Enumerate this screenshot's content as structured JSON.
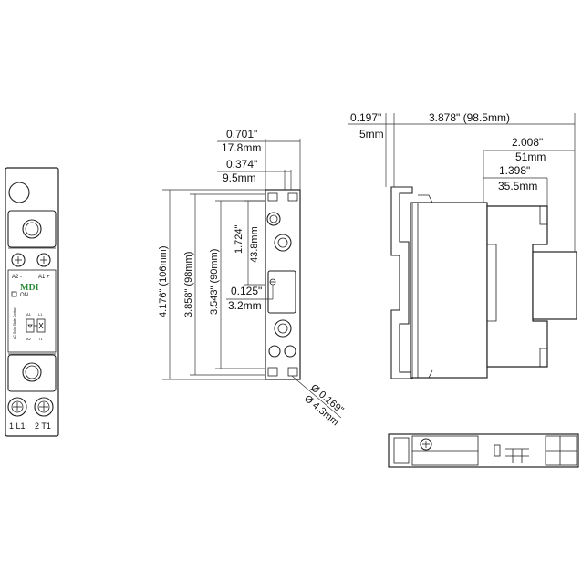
{
  "brand": {
    "logo_text": "MDI",
    "accent_color": "#2e8b3a"
  },
  "front_view": {
    "terminal_top_left": "A2 -",
    "terminal_top_right": "A1 +",
    "led_label": "ON",
    "product_text": "AC Solid State Contact",
    "schematic_top_left": "A1",
    "schematic_top_right": "L1",
    "schematic_bottom_left": "A2",
    "schematic_bottom_right": "T1",
    "bottom_left_label": "1 L1",
    "bottom_right_label": "2 T1"
  },
  "side_view_dims": {
    "overall_width_in": "0.701\"",
    "overall_width_mm": "17.8mm",
    "inner_width_in": "0.374\"",
    "inner_width_mm": "9.5mm",
    "height_total": "4.176\" (106mm)",
    "height_mid": "3.858\" (98mm)",
    "height_inner": "3.543\" (90mm)",
    "window_height_in": "1.724\"",
    "window_height_mm": "43.8mm",
    "offset_in": "0.125\"",
    "offset_mm": "3.2mm",
    "hole_in": "Ø 0.169\"",
    "hole_mm": "Ø 4.3mm"
  },
  "right_view_dims": {
    "rail_in": "0.197\"",
    "rail_mm": "5mm",
    "depth_total": "3.878\" (98.5mm)",
    "depth_mid_in": "2.008\"",
    "depth_mid_mm": "51mm",
    "depth_front_in": "1.398\"",
    "depth_front_mm": "35.5mm"
  }
}
